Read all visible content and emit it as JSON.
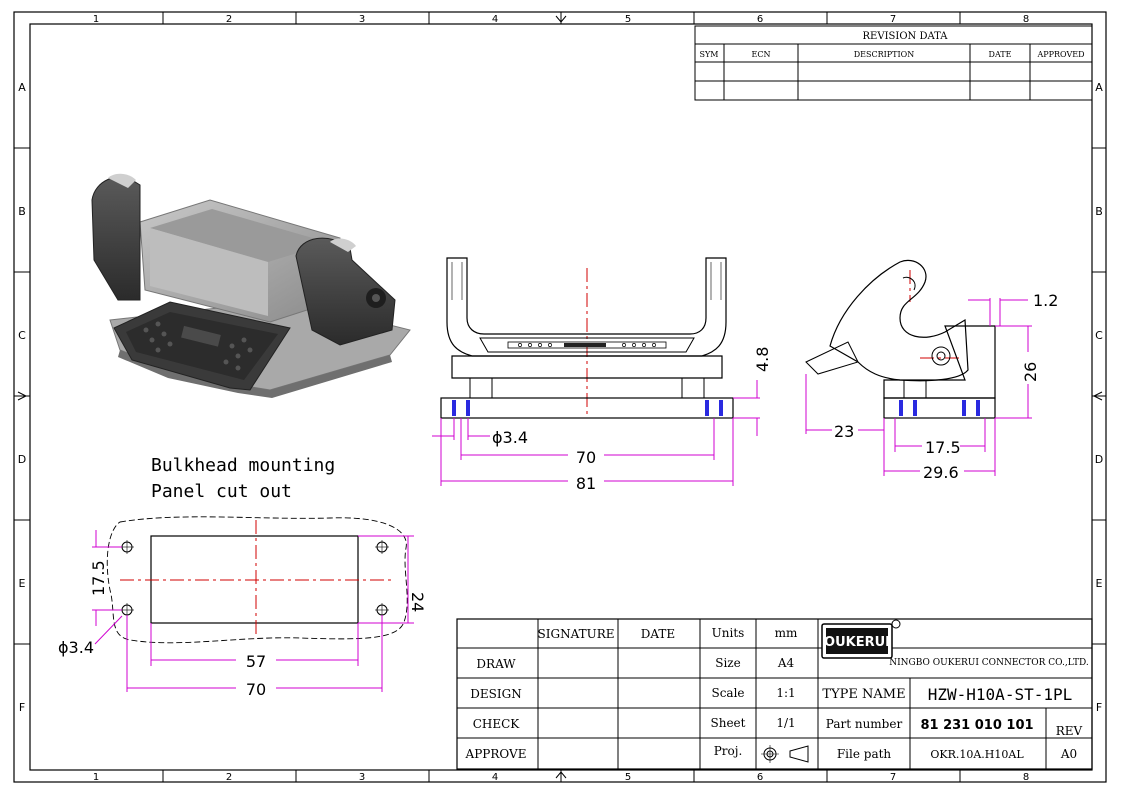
{
  "frame": {
    "col_labels": [
      "1",
      "2",
      "3",
      "4",
      "5",
      "6",
      "7",
      "8"
    ],
    "row_labels": [
      "A",
      "B",
      "C",
      "D",
      "E",
      "F"
    ]
  },
  "revision": {
    "title": "REVISION   DATA",
    "headers": [
      "SYM",
      "ECN",
      "DESCRIPTION",
      "DATE",
      "APPROVED"
    ]
  },
  "dimensions": {
    "front": {
      "d34": "ϕ3.4",
      "w70": "70",
      "w81": "81",
      "h48": "4.8"
    },
    "side": {
      "d12": "1.2",
      "h26": "26",
      "d23": "23",
      "d175": "17.5",
      "d296": "29.6"
    },
    "cutout": {
      "d175": "17.5",
      "h24": "24",
      "d34": "ϕ3.4",
      "w57": "57",
      "w70": "70"
    }
  },
  "notes": {
    "line1": "Bulkhead mounting",
    "line2": "Panel cut out"
  },
  "title_block": {
    "signature": "SIGNATURE",
    "date": "DATE",
    "rows": [
      "DRAW",
      "DESIGN",
      "CHECK",
      "APPROVE"
    ],
    "units_label": "Units",
    "units_value": "mm",
    "size_label": "Size",
    "size_value": "A4",
    "scale_label": "Scale",
    "scale_value": "1:1",
    "sheet_label": "Sheet",
    "sheet_value": "1/1",
    "proj_label": "Proj.",
    "logo_text": "OUKERUI",
    "company": "NINGBO OUKERUI CONNECTOR CO.,LTD.",
    "type_name_label": "TYPE NAME",
    "type_name_value": "HZW-H10A-ST-1PL",
    "part_number_label": "Part number",
    "part_number_value": "81 231 010 101",
    "rev_label": "REV",
    "file_path_label": "File path",
    "file_path_value": "OKR.10A.H10AL",
    "rev_value": "A0"
  }
}
